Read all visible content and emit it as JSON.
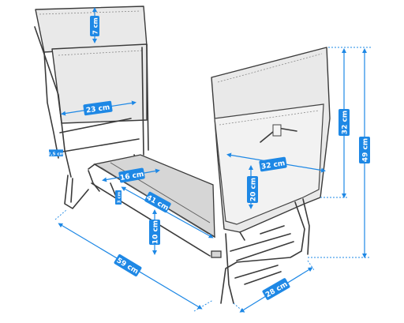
{
  "dimensions": {
    "strap_width": "7 cm",
    "backrest_width": "23 cm",
    "tube_diameter": "2,5 cm",
    "pad_width": "16 cm",
    "pad_length": "41 cm",
    "leg_height": "3 cm",
    "frame_height": "10 cm",
    "total_length": "59 cm",
    "bag_width": "32 cm",
    "bag_height": "32 cm",
    "pocket_height": "20 cm",
    "total_height": "49 cm",
    "depth": "28 cm"
  },
  "colors": {
    "accent": "#1e88e5",
    "line": "#3a3a3a"
  }
}
